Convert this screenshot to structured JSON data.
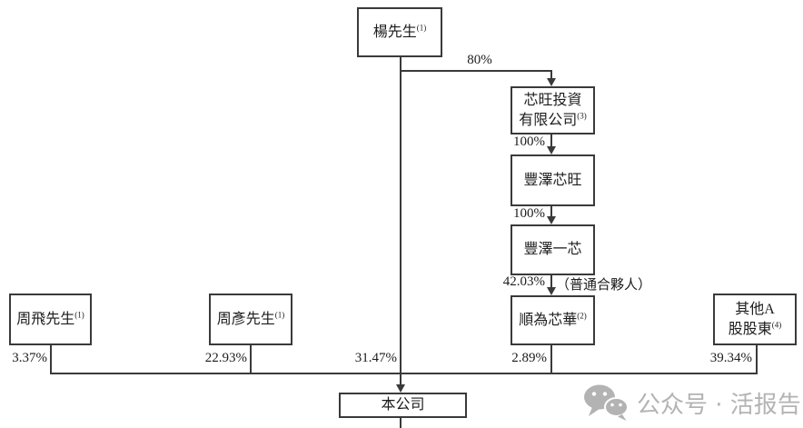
{
  "diagram": {
    "title": "shareholding-structure-chart",
    "nodes": {
      "yang": {
        "line1": "楊先生",
        "note": "(1)"
      },
      "xinwang": {
        "line1": "芯旺投資",
        "line2": "有限公司",
        "note": "(3)"
      },
      "fengze_xinwang": {
        "line1": "豐澤芯旺"
      },
      "fengze_yixin": {
        "line1": "豐澤一芯"
      },
      "shunwei": {
        "line1": "順為芯華",
        "note": "(2)"
      },
      "zhou_fei": {
        "line1": "周飛先生",
        "note": "(1)"
      },
      "zhou_yan": {
        "line1": "周彥先生",
        "note": "(1)"
      },
      "other_a": {
        "line1": "其他A",
        "line2": "股股東",
        "note": "(4)"
      },
      "company": {
        "line1": "本公司"
      }
    },
    "edges": {
      "yang_to_xinwang": "80%",
      "xinwang_to_fengze_xinwang": "100%",
      "fengze_xinwang_to_fengze_yixin": "100%",
      "fengze_yixin_to_shunwei": "42.03%",
      "fengze_yixin_to_shunwei_role": "（普通合夥人）",
      "zhou_fei_to_company": "3.37%",
      "zhou_yan_to_company": "22.93%",
      "yang_to_company": "31.47%",
      "shunwei_to_company": "2.89%",
      "other_a_to_company": "39.34%"
    }
  },
  "watermark": {
    "icon": "wechat-icon",
    "text": "公众号 · 活报告",
    "color": "#b3b3b3"
  },
  "colors": {
    "line": "#3a3a3a",
    "text": "#1c1c1c",
    "background": "#ffffff"
  }
}
